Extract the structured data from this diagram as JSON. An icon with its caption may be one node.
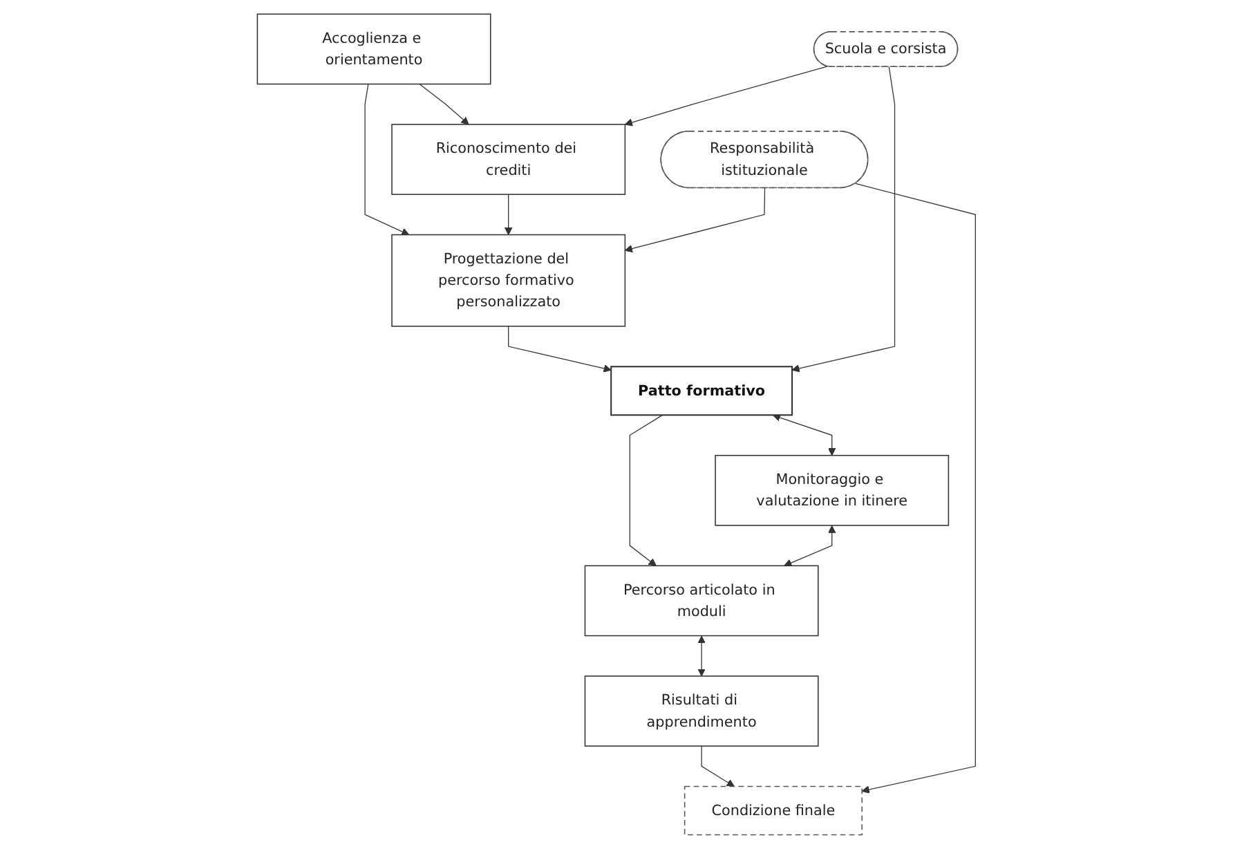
{
  "diagram": {
    "nodes": [
      {
        "text": [
          "Riconoscimento dei crediti"
        ]
      },
      {
        "text": [
          "Accoglienza e orientamento"
        ]
      },
      {
        "text": [
          "Scuola e corsista"
        ]
      },
      {
        "text": [
          "Progettazione del percorso formativo personalizzato"
        ]
      },
      {
        "text": [
          "Patto formativo"
        ]
      },
      {
        "text": [
          "Responsabilità istituzionale"
        ]
      },
      {
        "text": [
          "Monitoraggio e valutazione in itinere"
        ]
      },
      {
        "text": [
          "Percorso articolato in moduli"
        ]
      },
      {
        "text": [
          "Risultati di apprendimento"
        ]
      },
      {
        "text": [
          "Condizione finale"
        ]
      }
    ],
    "edges": [
      {
        "from": 1,
        "to": 0,
        "arrow": "to"
      },
      {
        "from": 1,
        "to": 3,
        "arrow": "to"
      },
      {
        "from": 2,
        "to": 0,
        "arrow": "to"
      },
      {
        "from": 0,
        "to": 3,
        "arrow": "to"
      },
      {
        "from": 5,
        "to": 3,
        "arrow": "to"
      },
      {
        "from": 3,
        "to": 4,
        "arrow": "to"
      },
      {
        "from": 2,
        "to": 4,
        "arrow": "to"
      },
      {
        "from": 4,
        "to": 6,
        "arrow": "both"
      },
      {
        "from": 4,
        "to": 7,
        "arrow": "to"
      },
      {
        "from": 6,
        "to": 7,
        "arrow": "both"
      },
      {
        "from": 7,
        "to": 8,
        "arrow": "both"
      },
      {
        "from": 8,
        "to": 9,
        "arrow": "to"
      },
      {
        "from": 5,
        "to": 9,
        "arrow": "to"
      }
    ]
  }
}
